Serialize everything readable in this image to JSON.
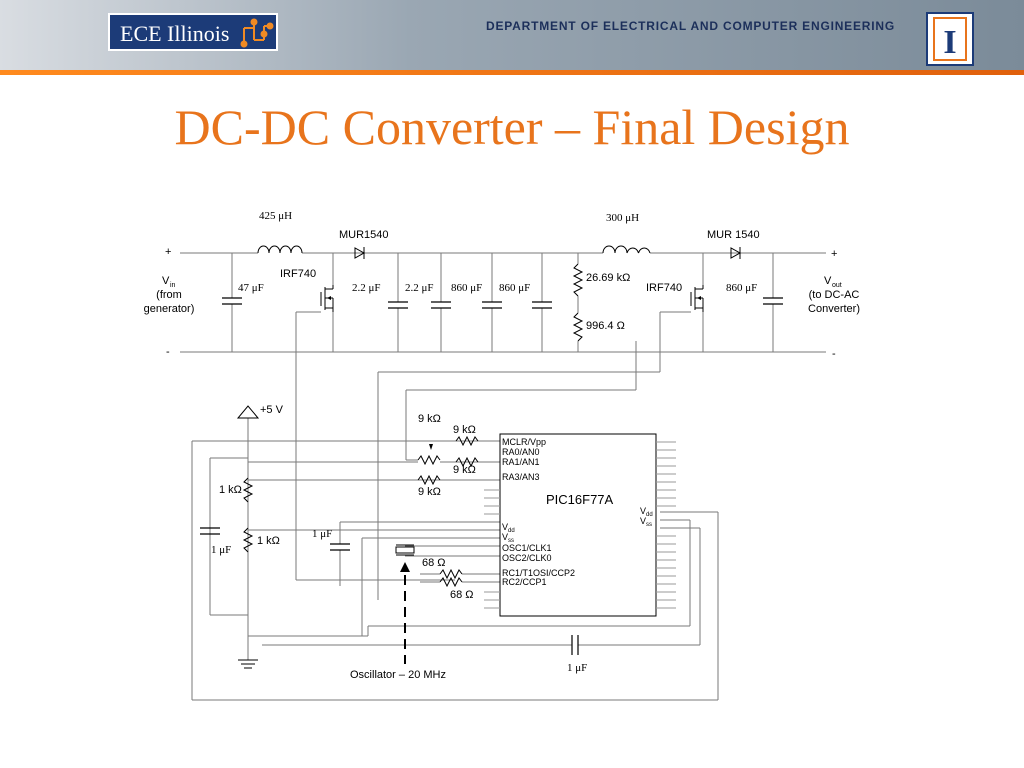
{
  "header": {
    "logo_text": "ECE Illinois",
    "department": "DEPARTMENT OF ELECTRICAL AND COMPUTER ENGINEERING",
    "seal_letter": "I",
    "colors": {
      "banner_blue": "#1c3b78",
      "title_orange": "#e8741c",
      "stripe_orange": "#f07a1a"
    }
  },
  "title": "DC-DC Converter – Final Design",
  "power_stage": {
    "inductor1": "425 μH",
    "inductor2": "300 μH",
    "diode1": "MUR1540",
    "diode2": "MUR 1540",
    "mosfet1": "IRF740",
    "mosfet2": "IRF740",
    "cap_in": "47 μF",
    "cap_a": "2.2 μF",
    "cap_b": "2.2 μF",
    "cap_c": "860 μF",
    "cap_d": "860 μF",
    "cap_out": "860 μF",
    "r_top": "26.69 kΩ",
    "r_bottom": "996.4 Ω",
    "plus_left": "+",
    "plus_right": "+",
    "minus_left": "-",
    "minus_right": "-",
    "vin_main": "V",
    "vin_sub": "in",
    "vin_note1": "(from",
    "vin_note2": "generator)",
    "vout_main": "V",
    "vout_sub": "out",
    "vout_note1": "(to DC-AC",
    "vout_note2": "Converter)"
  },
  "control": {
    "supply": "+5 V",
    "r_9k_1": "9 kΩ",
    "r_9k_2": "9 kΩ",
    "r_9k_3": "9 kΩ",
    "r_9k_4": "9 kΩ",
    "r_1k_1": "1 kΩ",
    "r_1k_2": "1 kΩ",
    "c_1u_1": "1 μF",
    "c_1u_2": "1 μF",
    "c_1u_3": "1 μF",
    "r_68_1": "68 Ω",
    "r_68_2": "68 Ω",
    "oscillator": "Oscillator – 20 MHz",
    "chip_name": "PIC16F77A",
    "pins": [
      "MCLR/Vpp",
      "RA0/AN0",
      "RA1/AN1",
      "RA3/AN3",
      "OSC1/CLK1",
      "OSC2/CLK0",
      "RC1/T1OSI/CCP2",
      "RC2/CCP1"
    ],
    "vdd_main": "V",
    "vdd_sub": "dd",
    "vss_main": "V",
    "vss_sub": "ss"
  }
}
